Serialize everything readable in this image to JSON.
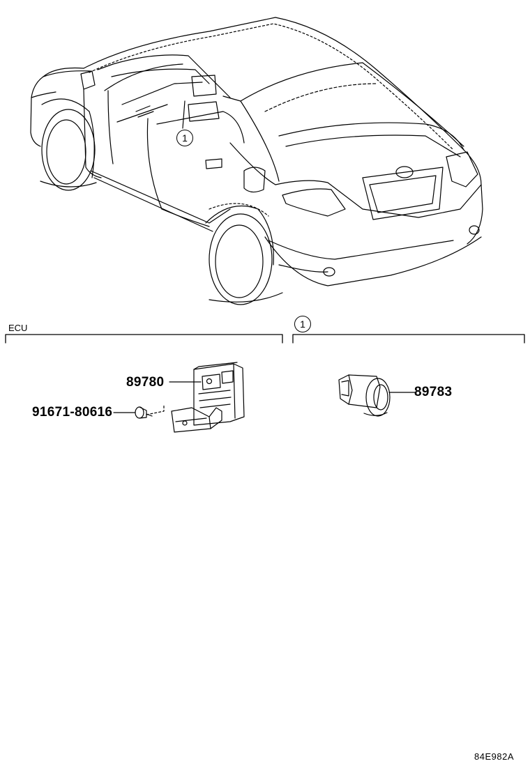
{
  "callout_number": "1",
  "sections": {
    "left": {
      "title": "ECU"
    },
    "right": {
      "title": "1"
    }
  },
  "parts": {
    "ecu_part": "89780",
    "bolt_part": "91671-80616",
    "sensor_part": "89783"
  },
  "drawing_code": "84E982A"
}
